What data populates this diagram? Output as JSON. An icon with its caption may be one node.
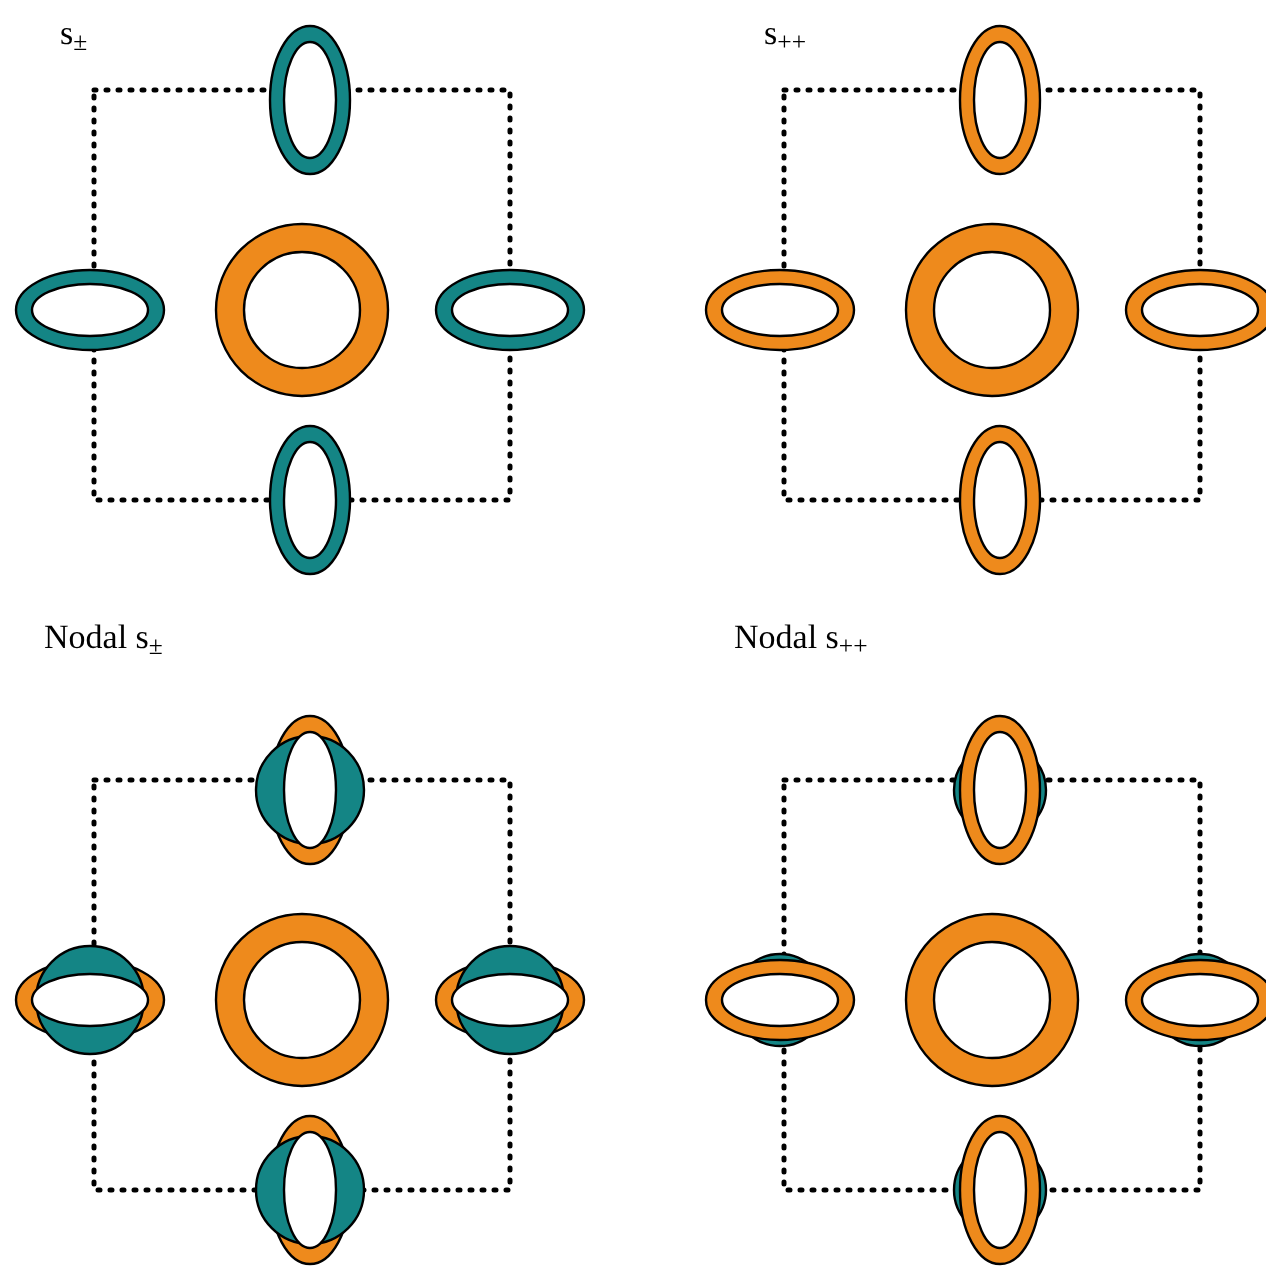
{
  "diagram": {
    "labels": [
      "s$_{±}$",
      "s$_{++}$",
      "Nodal s$_{±}$",
      "Nodal s$_{++}$"
    ]
  }
}
